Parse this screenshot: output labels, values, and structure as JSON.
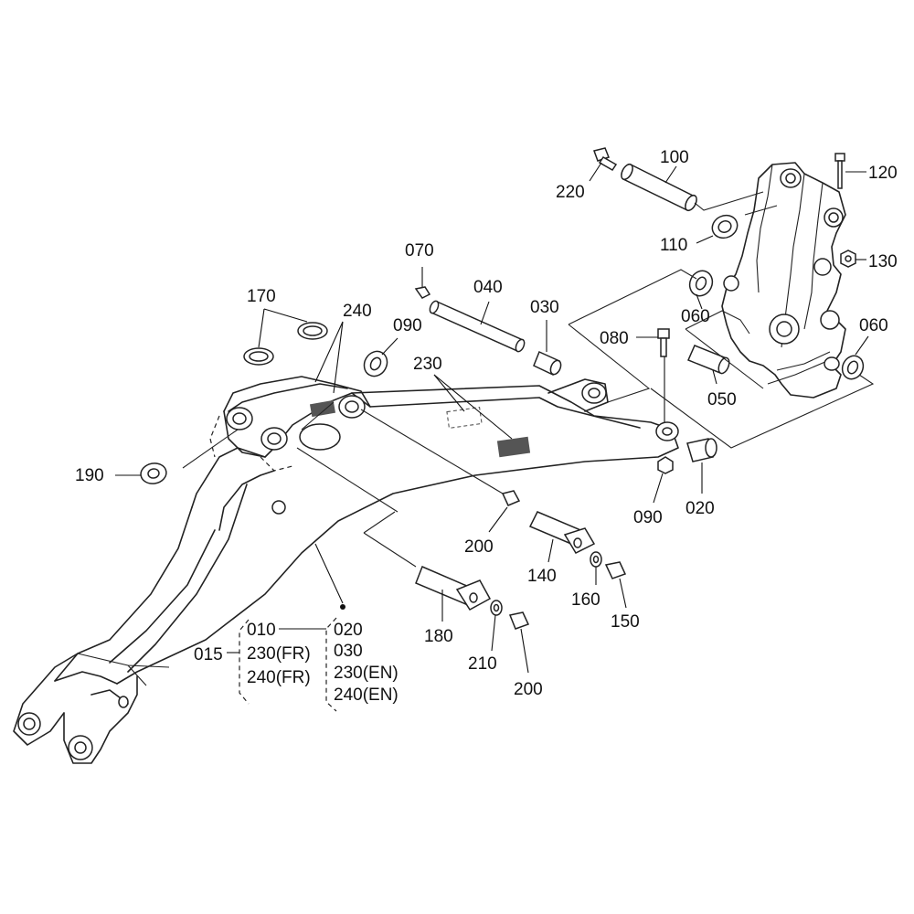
{
  "callouts": {
    "c220": "220",
    "c100": "100",
    "c120": "120",
    "c110": "110",
    "c130": "130",
    "c070": "070",
    "c040": "040",
    "c030": "030",
    "c060a": "060",
    "c060b": "060",
    "c080": "080",
    "c050": "050",
    "c170": "170",
    "c240": "240",
    "c090a": "090",
    "c230": "230",
    "c190": "190",
    "c090b": "090",
    "c020": "020",
    "c200a": "200",
    "c140": "140",
    "c160": "160",
    "c150": "150",
    "c180": "180",
    "c210": "210",
    "c200b": "200"
  },
  "assembly_table": {
    "group": "015",
    "left_column": [
      "010",
      "230(FR)",
      "240(FR)"
    ],
    "right_column": [
      "020",
      "030",
      "230(EN)",
      "240(EN)"
    ]
  }
}
